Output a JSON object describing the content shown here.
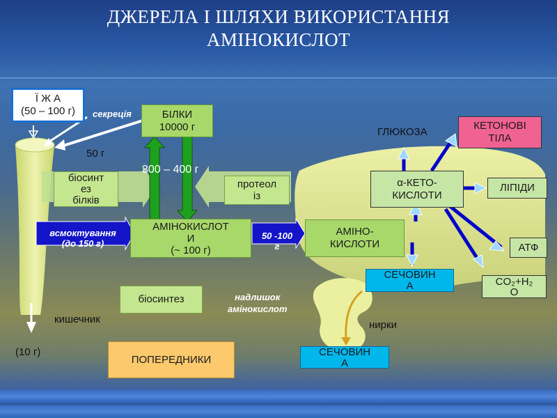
{
  "title": {
    "line1": "ДЖЕРЕЛА І ШЛЯХИ ВИКОРИСТАННЯ",
    "line2": "АМІНОКИСЛОТ"
  },
  "labels": {
    "food": "Ї Ж А\n(50 – 100 г)",
    "secretion": "секреція",
    "proteins": "БІЛКИ\n10000 г",
    "fifty_g": "50 г",
    "biosynthesis_proteins": "біосинт\nез\nбілків",
    "exchange": "300 – 400 г",
    "proteolysis": "протеол\nіз",
    "absorption": "всмоктування\n(до 150 г)",
    "aminoacids_pool": "АМІНОКИСЛОТ\nИ\n(~ 100 г)",
    "transport": "50 -100\nг",
    "liver_aminoacids": "АМІНО-\nКИСЛОТИ",
    "biosynthesis": "біосинтез",
    "excess": "надлишок\nамінокислот",
    "intestine": "кишечник",
    "ten_g": "(10 г)",
    "precursors": "ПОПЕРЕДНИКИ",
    "glucose": "ГЛЮКОЗА",
    "ketone_bodies": "КЕТОНОВІ\nТІЛА",
    "ketoacids": "α-КЕТО-\nКИСЛОТИ",
    "lipids": "ЛІПІДИ",
    "atp": "АТФ",
    "co2_h2o": "CO₂+H₂\nO",
    "urea_liver": "СЕЧОВИН\nА",
    "kidneys": "нирки",
    "urea_kidney": "СЕЧОВИН\nА"
  },
  "colors": {
    "green": "#a8d86a",
    "pink": "#f06292",
    "cyan": "#00b7eb",
    "orange": "#fcc96c",
    "arrow_blue": "#0000cc",
    "dark_green": "#0a8a0a"
  }
}
